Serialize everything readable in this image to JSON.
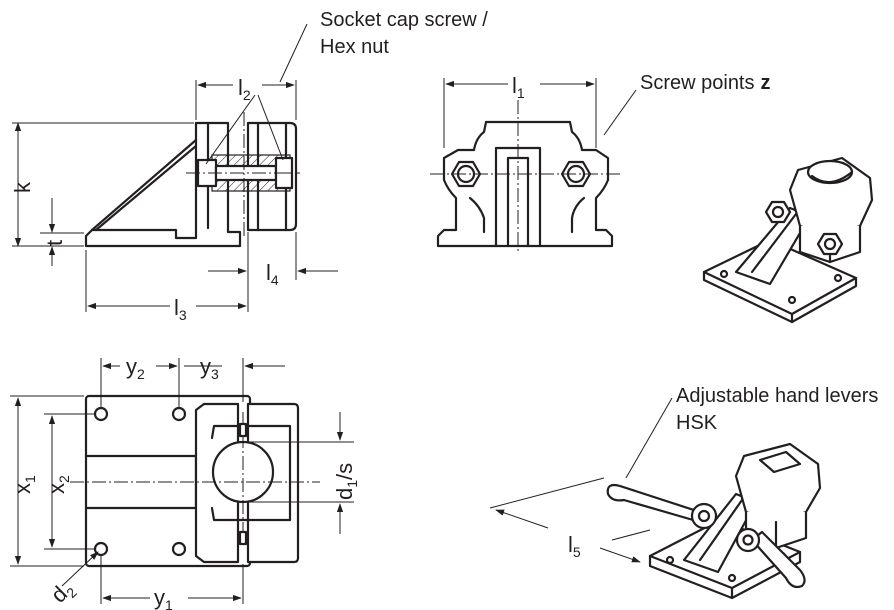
{
  "callouts": {
    "screw": [
      "Socket cap screw /",
      "Hex nut"
    ],
    "screw_points": "Screw points",
    "screw_points_symbol": "z",
    "levers": [
      "Adjustable hand levers",
      "HSK"
    ]
  },
  "dimensions": {
    "l1": {
      "base": "l",
      "sub": "1"
    },
    "l2": {
      "base": "l",
      "sub": "2"
    },
    "l3": {
      "base": "l",
      "sub": "3"
    },
    "l4": {
      "base": "l",
      "sub": "4"
    },
    "l5": {
      "base": "l",
      "sub": "5"
    },
    "k": {
      "base": "k"
    },
    "t": {
      "base": "t"
    },
    "x1": {
      "base": "x",
      "sub": "1"
    },
    "x2": {
      "base": "x",
      "sub": "2"
    },
    "y1": {
      "base": "y",
      "sub": "1"
    },
    "y2": {
      "base": "y",
      "sub": "2"
    },
    "y3": {
      "base": "y",
      "sub": "3"
    },
    "d1s": {
      "base": "d",
      "sub": "1",
      "tail": "/s"
    },
    "d2": {
      "base": "d",
      "sub": "2"
    }
  }
}
